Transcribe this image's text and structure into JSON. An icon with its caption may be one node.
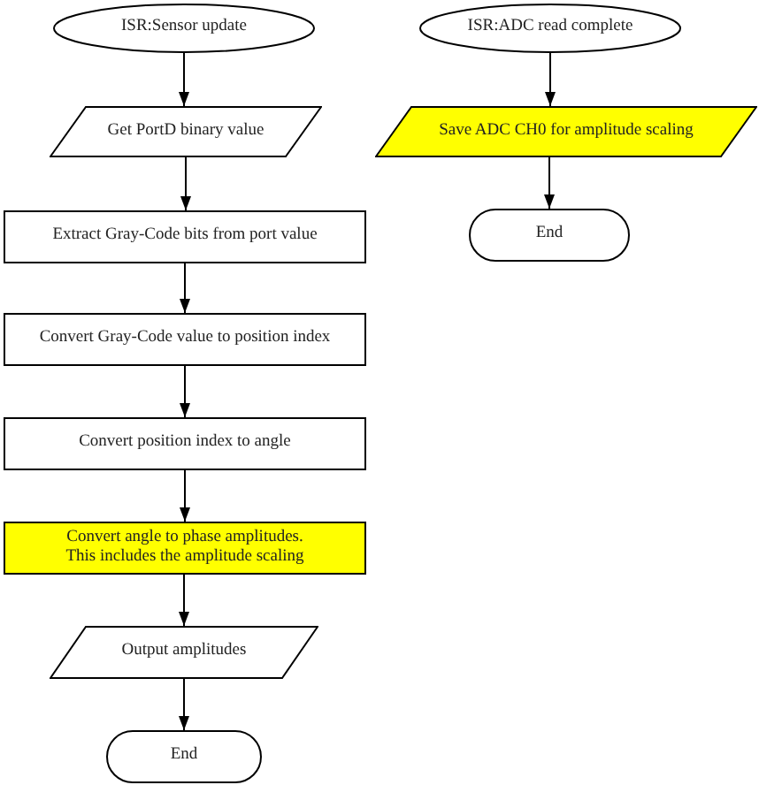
{
  "diagram": {
    "nodes": [
      {
        "text": [
          "ISR:Sensor update"
        ]
      },
      {
        "text": [
          "Get PortD binary value"
        ]
      },
      {
        "text": [
          "Extract Gray-Code bits from port value"
        ]
      },
      {
        "text": [
          "Convert Gray-Code value to position index"
        ]
      },
      {
        "text": [
          "Convert position index to angle"
        ]
      },
      {
        "text": [
          "Convert angle to phase amplitudes. This includes the amplitude scaling"
        ]
      },
      {
        "text": [
          "Output amplitudes"
        ]
      },
      {
        "text": [
          "End"
        ]
      },
      {
        "text": [
          "ISR:ADC read complete"
        ]
      },
      {
        "text": [
          "Save ADC CH0 for amplitude scaling"
        ]
      },
      {
        "text": [
          "End"
        ]
      }
    ],
    "edges": [
      {
        "from": 0,
        "to": 1,
        "arrow": "to"
      },
      {
        "from": 1,
        "to": 2,
        "arrow": "to"
      },
      {
        "from": 2,
        "to": 3,
        "arrow": "to"
      },
      {
        "from": 3,
        "to": 4,
        "arrow": "to"
      },
      {
        "from": 4,
        "to": 5,
        "arrow": "to"
      },
      {
        "from": 5,
        "to": 6,
        "arrow": "to"
      },
      {
        "from": 6,
        "to": 7,
        "arrow": "to"
      },
      {
        "from": 8,
        "to": 9,
        "arrow": "to"
      },
      {
        "from": 9,
        "to": 10,
        "arrow": "to"
      }
    ]
  }
}
